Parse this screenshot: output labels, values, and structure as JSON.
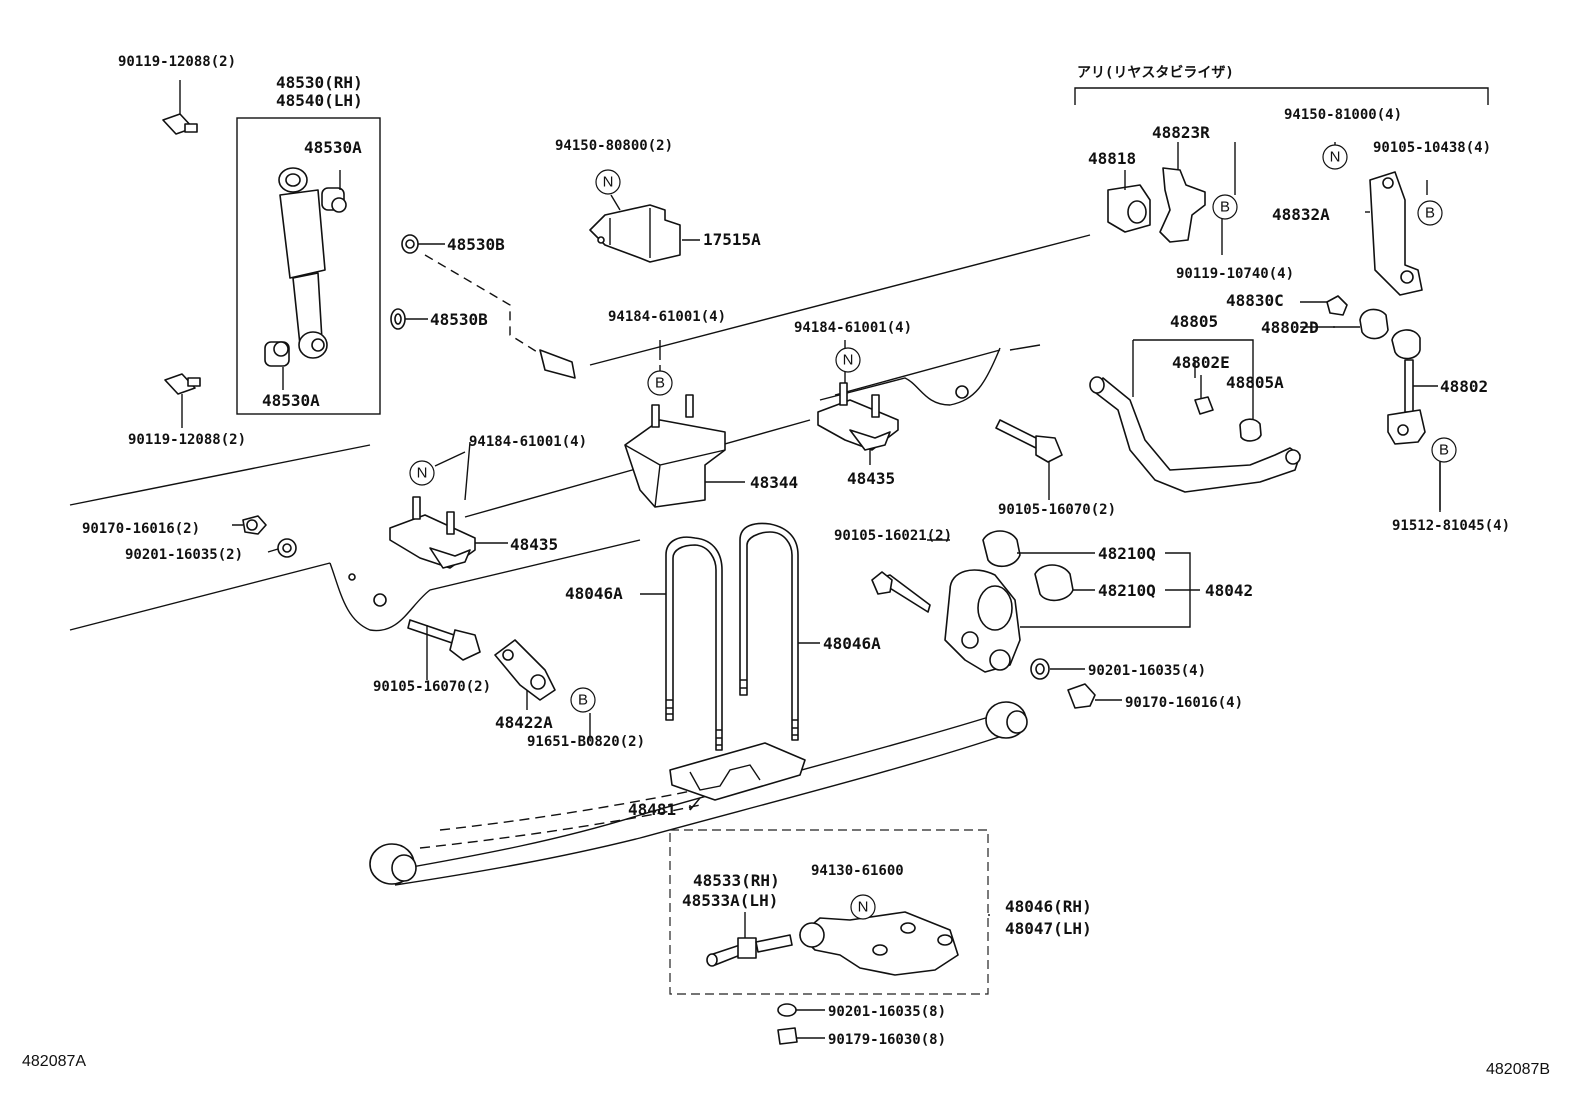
{
  "labels": {
    "bolt_shock_upper": "90119-12088(2)",
    "shock_rh": "48530(RH)",
    "shock_lh": "48540(LH)",
    "bushing_48530a_upper": "48530A",
    "bushing_48530a_lower": "48530A",
    "washer_48530b_upper": "48530B",
    "washer_48530b_lower": "48530B",
    "bolt_shock_lower": "90119-12088(2)",
    "bolt_17515_n": "94150-80800(2)",
    "bracket_17515a": "17515A",
    "stabilizer_header": "アリ(リヤスタビライザ)",
    "bushing_48818": "48818",
    "bracket_48823r": "48823R",
    "nut_94150_81000": "94150-81000(4)",
    "bolt_90105_10438": "90105-10438(4)",
    "bracket_48832a": "48832A",
    "bolt_90119_10740": "90119-10740(4)",
    "bushing_48830c": "48830C",
    "bushing_48802d": "48802D",
    "stab_bar_48805": "48805",
    "bushing_48802e": "48802E",
    "bushing_48805a": "48805A",
    "link_48802": "48802",
    "nut_94184_upper": "94184-61001(4)",
    "nut_94184_mid": "94184-61001(4)",
    "nut_94184_left": "94184-61001(4)",
    "bumper_48344": "48344",
    "bumper_48435_right": "48435",
    "bumper_48435_left": "48435",
    "bolt_90105_16070_right": "90105-16070(2)",
    "nut_91512_81045": "91512-81045(4)",
    "nut_90170_16016_left": "90170-16016(2)",
    "washer_90201_16035_left": "90201-16035(2)",
    "bolt_90105_16021": "90105-16021(2)",
    "bushing_48210q_a": "48210Q",
    "bushing_48210q_b": "48210Q",
    "shackle_48042": "48042",
    "ubolt_48046a_left": "48046A",
    "ubolt_48046a_right": "48046A",
    "bolt_90105_16070_left": "90105-16070(2)",
    "plate_48422a": "48422A",
    "bolt_91651_b0820": "91651-B0820(2)",
    "washer_90201_16035_right": "90201-16035(4)",
    "nut_90170_16016_right": "90170-16016(4)",
    "seat_48481": "48481",
    "pin_48533_rh": "48533(RH)",
    "pin_48533a_lh": "48533A(LH)",
    "nut_94130_61600": "94130-61600",
    "leaf_48046_rh": "48046(RH)",
    "leaf_48047_lh": "48047(LH)",
    "washer_90201_16035_bottom": "90201-16035(8)",
    "nut_90179_16030": "90179-16030(8)",
    "corner_left": "482087A",
    "corner_right": "482087B"
  },
  "badges": {
    "n": "N",
    "b": "B"
  }
}
